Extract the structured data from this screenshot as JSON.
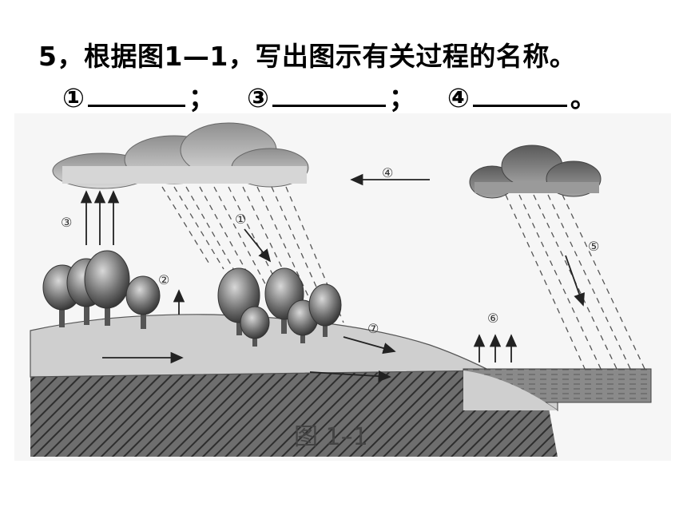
{
  "question": {
    "text": "5，根据图1—1，写出图示有关过程的名称。"
  },
  "answers": {
    "item1_label": "①",
    "item3_label": "③",
    "item4_label": "④",
    "sep1": "；",
    "sep2": "；",
    "end": "。"
  },
  "diagram": {
    "labels": {
      "p1": "①",
      "p2": "②",
      "p3": "③",
      "p4": "④",
      "p5": "⑤",
      "p6": "⑥",
      "p7": "⑦"
    },
    "caption": "图 1–1"
  }
}
